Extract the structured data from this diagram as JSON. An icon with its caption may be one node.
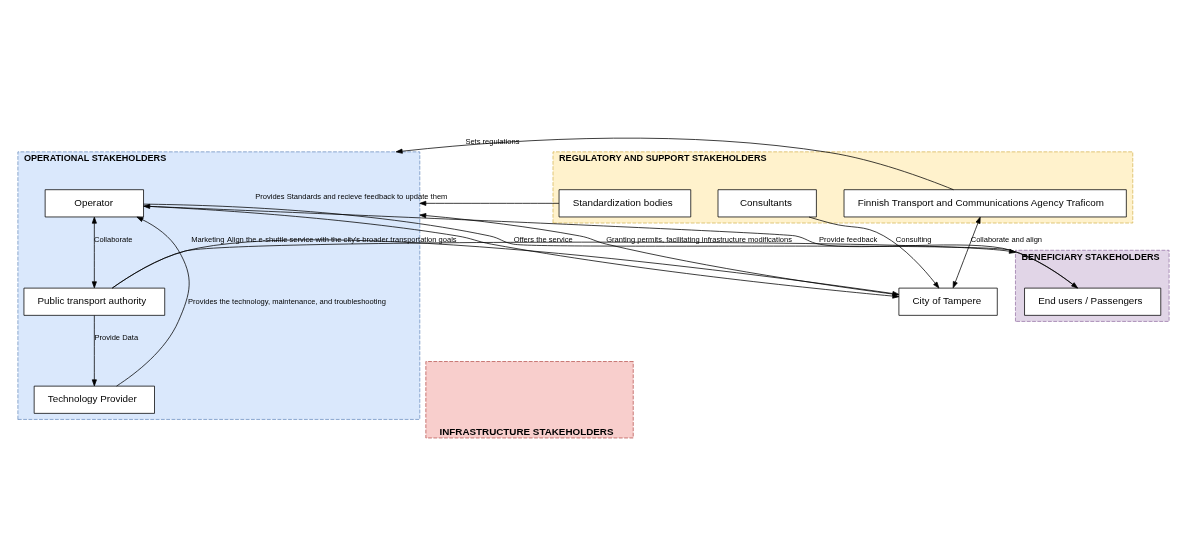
{
  "diagram": {
    "nodes": [
      {
        "text": [
          "OPERATIONAL STAKEHOLDERS"
        ]
      },
      {
        "text": [
          "Operator"
        ],
        "in": 0
      },
      {
        "text": [
          "Public transport authority"
        ],
        "in": 0
      },
      {
        "text": [
          "Technology Provider"
        ],
        "in": 0
      },
      {
        "text": [
          "REGULATORY AND SUPPORT STAKEHOLDERS"
        ]
      },
      {
        "text": [
          "Finnish Transport and Communications Agency Traficom"
        ],
        "in": 4
      },
      {
        "text": [
          "Consultants"
        ],
        "in": 4
      },
      {
        "text": [
          "Standardization bodies"
        ],
        "in": 4
      },
      {
        "text": [
          "City of Tampere"
        ]
      },
      {
        "text": [
          "INFRASTRUCTURE STAKEHOLDERS"
        ]
      },
      {
        "text": [
          "BENEFICIARY STAKEHOLDERS"
        ]
      },
      {
        "text": [
          "End users / Passengers"
        ],
        "in": 10
      }
    ],
    "edges": [
      {
        "from": 1,
        "to": 11,
        "arrow": "to",
        "label": "Offers the service"
      },
      {
        "from": 11,
        "to": 1,
        "arrow": "to",
        "label": "Provide feedback"
      },
      {
        "from": 1,
        "to": 2,
        "arrow": "both",
        "label": "Collaborate"
      },
      {
        "from": 3,
        "to": 1,
        "arrow": "to",
        "label": "Provides the technology, maintenance, and troubleshooting"
      },
      {
        "from": 2,
        "to": 3,
        "arrow": "to",
        "label": "Provide Data"
      },
      {
        "from": 5,
        "to": 0,
        "arrow": "to",
        "label": "Sets regulations"
      },
      {
        "from": 8,
        "to": 5,
        "arrow": "both",
        "label": "Collaborate and align"
      },
      {
        "from": 6,
        "to": 8,
        "arrow": "to",
        "label": "Consulting"
      },
      {
        "from": 1,
        "to": 8,
        "arrow": "to"
      },
      {
        "from": 2,
        "to": 8,
        "arrow": "to",
        "label": "Align the e-shuttle service with the city's broader transportation goals"
      },
      {
        "from": 8,
        "to": 0,
        "arrow": "to",
        "label": "Granting permits, facilitating infrastructure modifications"
      },
      {
        "from": 7,
        "to": 0,
        "arrow": "to",
        "label": "Provides Standards and recieve feedback to update them"
      },
      {
        "from": 2,
        "to": 10,
        "arrow": "to",
        "label": "Marketing"
      }
    ]
  }
}
